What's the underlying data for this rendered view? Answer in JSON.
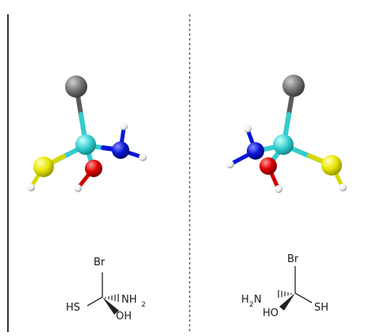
{
  "left_structure": {
    "top": "Br",
    "left": "HS",
    "right_main": "NH",
    "right_sub": "2",
    "bottom": "OH"
  },
  "right_structure": {
    "top": "Br",
    "left_main": "H",
    "left_sub": "2",
    "left_rest": "N",
    "right": "SH",
    "bottom": "HO"
  },
  "colors": {
    "carbon": "#33cccc",
    "bromine": "#777777",
    "sulfur": "#e8e800",
    "oxygen": "#dd0000",
    "nitrogen": "#0a16d8",
    "hydrogen": "#ffffff"
  }
}
